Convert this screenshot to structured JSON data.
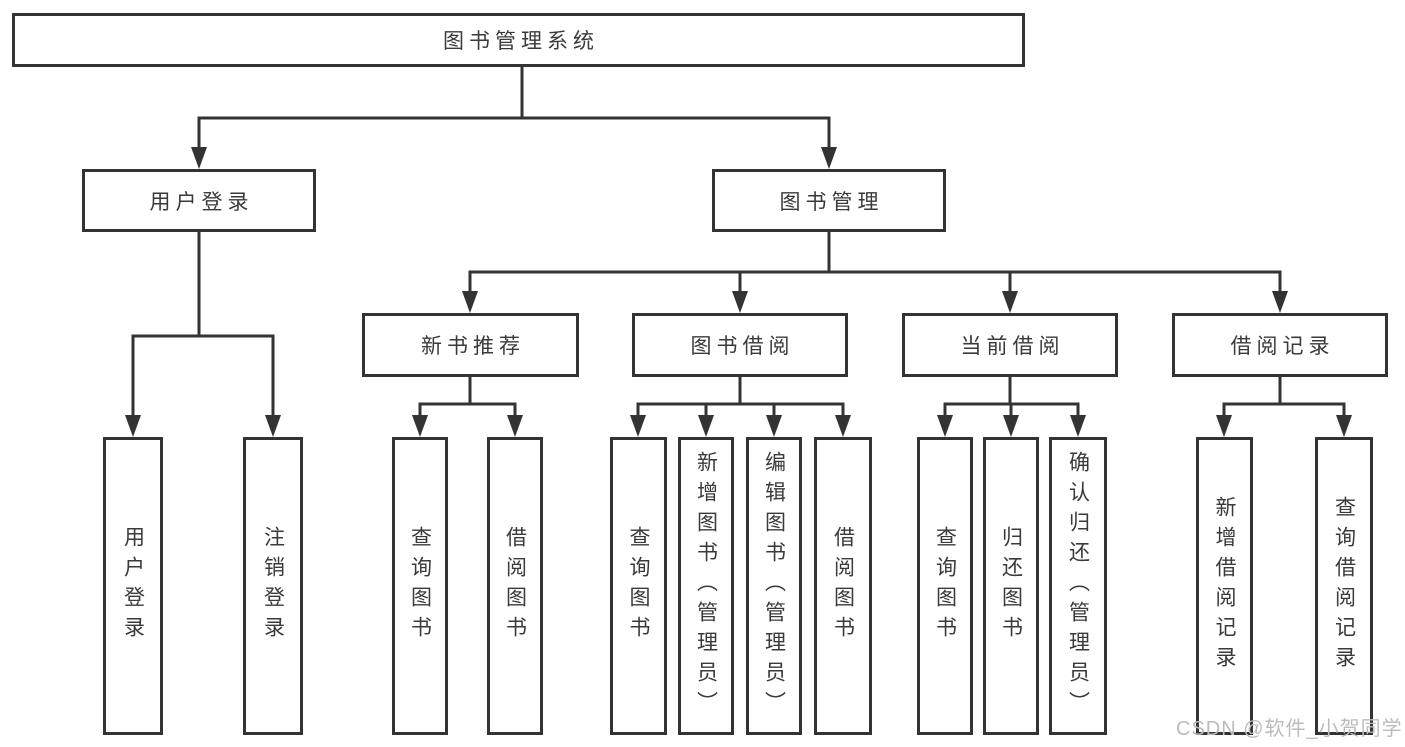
{
  "diagram": {
    "title": "图书管理系统",
    "level2": [
      "用户登录",
      "图书管理"
    ],
    "level3": [
      "新书推荐",
      "图书借阅",
      "当前借阅",
      "借阅记录"
    ],
    "leaves": {
      "user_login": [
        "用户登录",
        "注销登录"
      ],
      "new_book": [
        "查询图书",
        "借阅图书"
      ],
      "book_borrow": [
        "查询图书",
        "新增图书（管理员）",
        "编辑图书（管理员）",
        "借阅图书"
      ],
      "current_borrow": [
        "查询图书",
        "归还图书",
        "确认归还（管理员）"
      ],
      "borrow_record": [
        "新增借阅记录",
        "查询借阅记录"
      ]
    },
    "watermark": "CSDN @软件_小贺同学",
    "colors": {
      "line": "#333333",
      "text": "#3a3a3a",
      "box_fill": "#ffffff",
      "background": "#ffffff",
      "watermark": "#bcbcbc"
    }
  }
}
